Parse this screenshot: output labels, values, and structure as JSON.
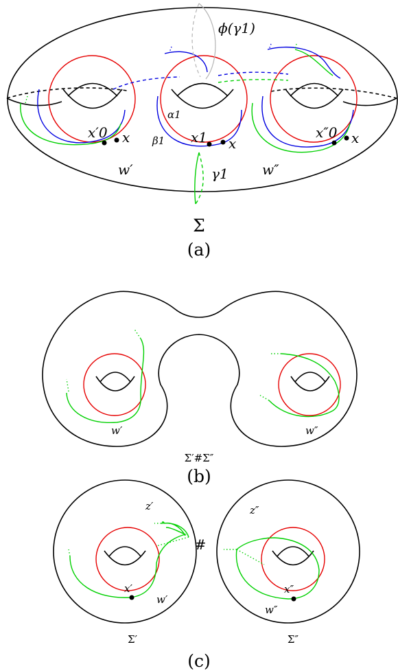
{
  "panel_a": {
    "labels": {
      "phi_gamma1": "ϕ(γ1)",
      "alpha1": "α1",
      "beta1": "β1",
      "x1": "x1",
      "x_mid": "x",
      "x0p": "x′0",
      "x_left": "x",
      "x0pp": "x″0",
      "x_right": "x",
      "gamma1": "γ1",
      "wp": "w′",
      "wpp": "w″"
    },
    "surface_label": "Σ",
    "caption": "(a)"
  },
  "panel_b": {
    "labels": {
      "wp": "w′",
      "wpp": "w″"
    },
    "surface_label": "Σ′#Σ″",
    "caption": "(b)"
  },
  "panel_c": {
    "labels": {
      "zp": "z′",
      "zpp": "z″",
      "hash": "#",
      "xp": "x′",
      "wp": "w′",
      "xpp": "x″",
      "wpp": "w″"
    },
    "surface_left": "Σ′",
    "surface_right": "Σ″",
    "caption": "(c)"
  },
  "colors": {
    "alpha_red": "#e60000",
    "beta_blue": "#0000e0",
    "gamma_green": "#00d000",
    "phi_gray": "#b4b4b4"
  }
}
